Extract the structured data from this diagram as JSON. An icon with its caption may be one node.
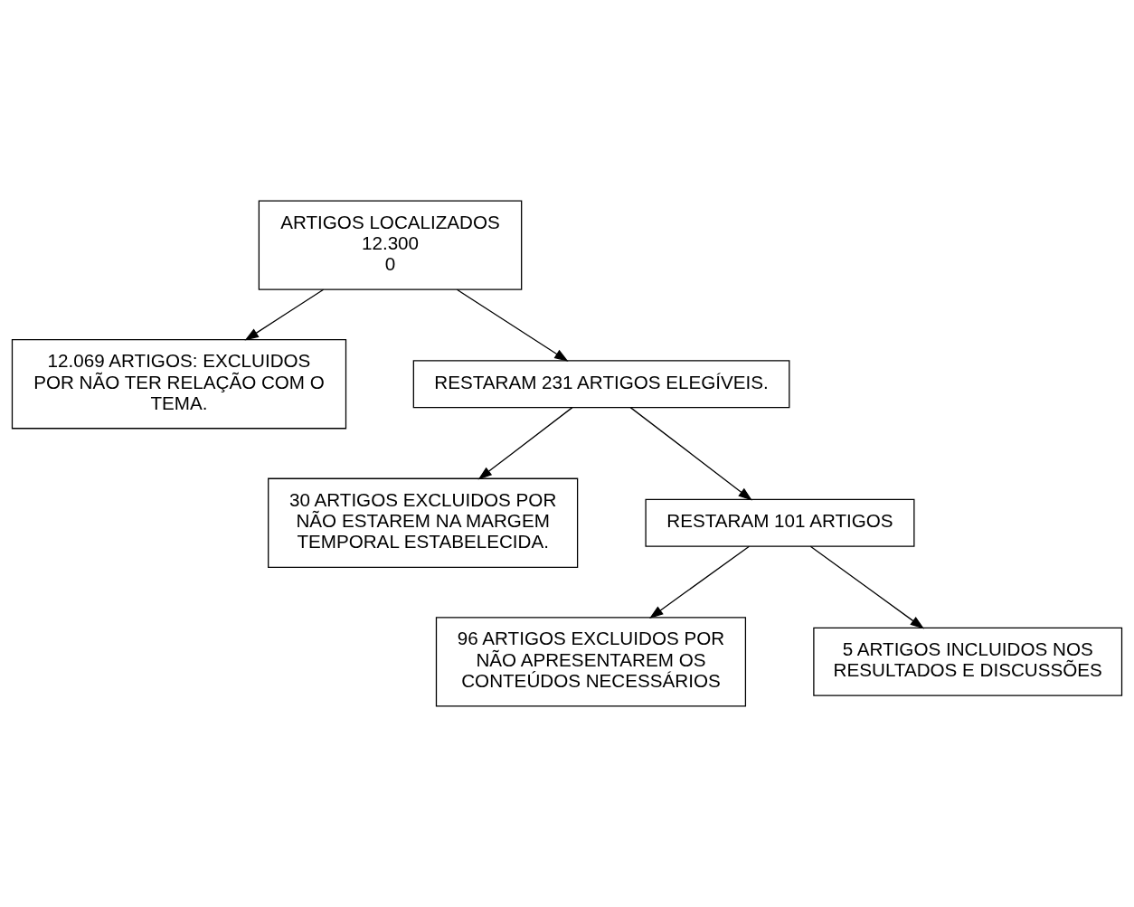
{
  "diagram": {
    "nodes": [
      {
        "text": [
          "ARTIGOS LOCALIZADOS",
          "12.300",
          "0"
        ]
      },
      {
        "text": [
          "12.069 ARTIGOS: EXCLUIDOS POR NÃO TER RELAÇÃO COM O TEMA."
        ]
      },
      {
        "text": [
          "RESTARAM 231 ARTIGOS ELEGÍVEIS."
        ]
      },
      {
        "text": [
          "30 ARTIGOS EXCLUIDOS POR NÃO ESTAREM NA MARGEM TEMPORAL ESTABELECIDA."
        ]
      },
      {
        "text": [
          "RESTARAM 101 ARTIGOS"
        ]
      },
      {
        "text": [
          "96 ARTIGOS EXCLUIDOS POR NÃO APRESENTAREM OS CONTEÚDOS NECESSÁRIOS"
        ]
      },
      {
        "text": [
          "5 ARTIGOS INCLUIDOS NOS RESULTADOS E DISCUSSÕES"
        ]
      }
    ],
    "edges": [
      {
        "from": 0,
        "to": 1,
        "arrow": "to"
      },
      {
        "from": 0,
        "to": 2,
        "arrow": "to"
      },
      {
        "from": 2,
        "to": 3,
        "arrow": "to"
      },
      {
        "from": 2,
        "to": 4,
        "arrow": "to"
      },
      {
        "from": 4,
        "to": 5,
        "arrow": "to"
      },
      {
        "from": 4,
        "to": 6,
        "arrow": "to"
      }
    ]
  }
}
